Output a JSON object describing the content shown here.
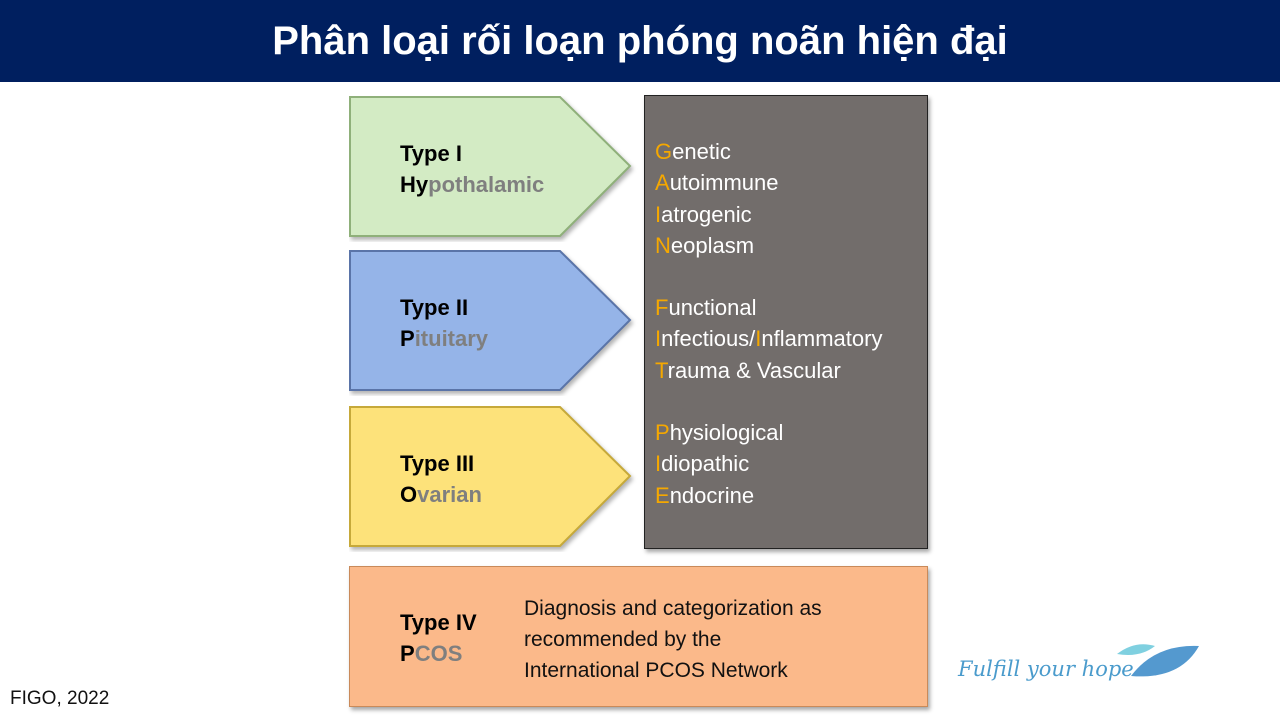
{
  "title": "Phân loại rối loạn phóng noãn hiện đại",
  "types": [
    {
      "type": "Type I",
      "name_bold": "Hy",
      "name_rest": "pothalamic",
      "fill": "#d3ebc4",
      "stroke": "#8fb07a"
    },
    {
      "type": "Type II",
      "name_bold": "P",
      "name_rest": "ituitary",
      "fill": "#95b4e8",
      "stroke": "#5a74a8"
    },
    {
      "type": "Type III",
      "name_bold": "O",
      "name_rest": "varian",
      "fill": "#fde27a",
      "stroke": "#c6a93a"
    }
  ],
  "type4": {
    "type": "Type IV",
    "name_bold": "P",
    "name_rest": "COS",
    "lines": [
      "Diagnosis and categorization as",
      "recommended by the",
      "International PCOS Network"
    ]
  },
  "causes": [
    [
      [
        [
          "G",
          1
        ],
        [
          "enetic",
          0
        ]
      ],
      [
        [
          "A",
          1
        ],
        [
          "utoimmune",
          0
        ]
      ],
      [
        [
          "I",
          1
        ],
        [
          "atrogenic",
          0
        ]
      ],
      [
        [
          "N",
          1
        ],
        [
          "eoplasm",
          0
        ]
      ]
    ],
    [
      [
        [
          "F",
          1
        ],
        [
          "unctional",
          0
        ]
      ],
      [
        [
          "I",
          1
        ],
        [
          "nfectious/",
          0
        ],
        [
          "I",
          1
        ],
        [
          "nflammatory",
          0
        ]
      ],
      [
        [
          "T",
          1
        ],
        [
          "rauma & Vascular",
          0
        ]
      ]
    ],
    [
      [
        [
          "P",
          1
        ],
        [
          "hysiological",
          0
        ]
      ],
      [
        [
          "I",
          1
        ],
        [
          "diopathic",
          0
        ]
      ],
      [
        [
          "E",
          1
        ],
        [
          "ndocrine",
          0
        ]
      ]
    ]
  ],
  "reference": "FIGO, 2022",
  "tagline": "Fulfill your hope",
  "colors": {
    "header": "#001f5f",
    "highlight": "#f5a800",
    "box": "#726d6b"
  }
}
